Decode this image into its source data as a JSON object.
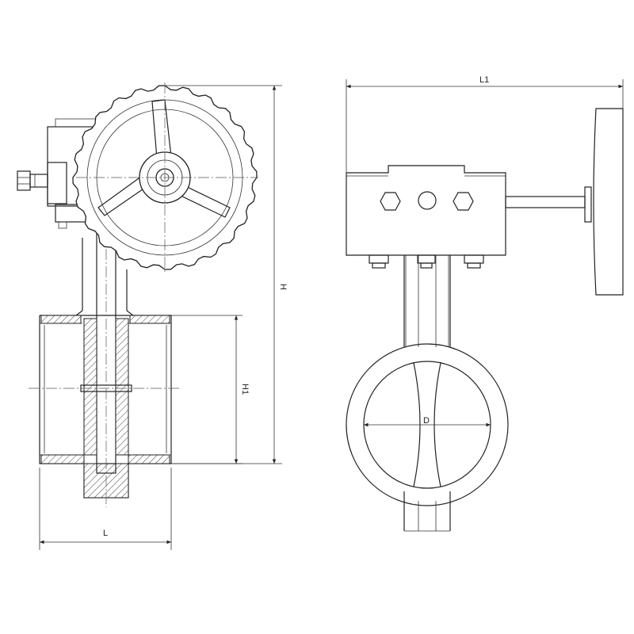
{
  "diagram": {
    "labels": {
      "L": "L",
      "H": "H",
      "H1": "H1",
      "L1": "L1",
      "D": "D"
    }
  }
}
